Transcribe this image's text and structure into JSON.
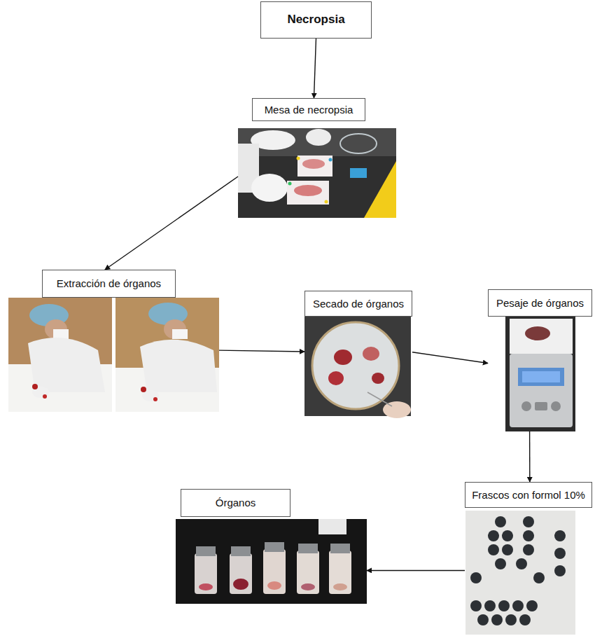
{
  "diagram": {
    "nodes": [
      {
        "text": [
          "Necropsia"
        ]
      },
      {
        "text": [
          "Mesa de necropsia"
        ]
      },
      {
        "text": [
          "Extracción de órganos"
        ]
      },
      {
        "text": [
          "Secado de órganos"
        ]
      },
      {
        "text": [
          "Pesaje de órganos"
        ]
      },
      {
        "text": [
          "Frascos con formol 10%"
        ]
      },
      {
        "text": [
          "Órganos"
        ]
      }
    ],
    "edges": [
      {
        "from": 0,
        "to": 1,
        "arrow": "to"
      },
      {
        "from": 1,
        "to": 2,
        "arrow": "to"
      },
      {
        "from": 2,
        "to": 3,
        "arrow": "to"
      },
      {
        "from": 3,
        "to": 4,
        "arrow": "to"
      },
      {
        "from": 4,
        "to": 5,
        "arrow": "to"
      },
      {
        "from": 5,
        "to": 6,
        "arrow": "to"
      }
    ]
  }
}
